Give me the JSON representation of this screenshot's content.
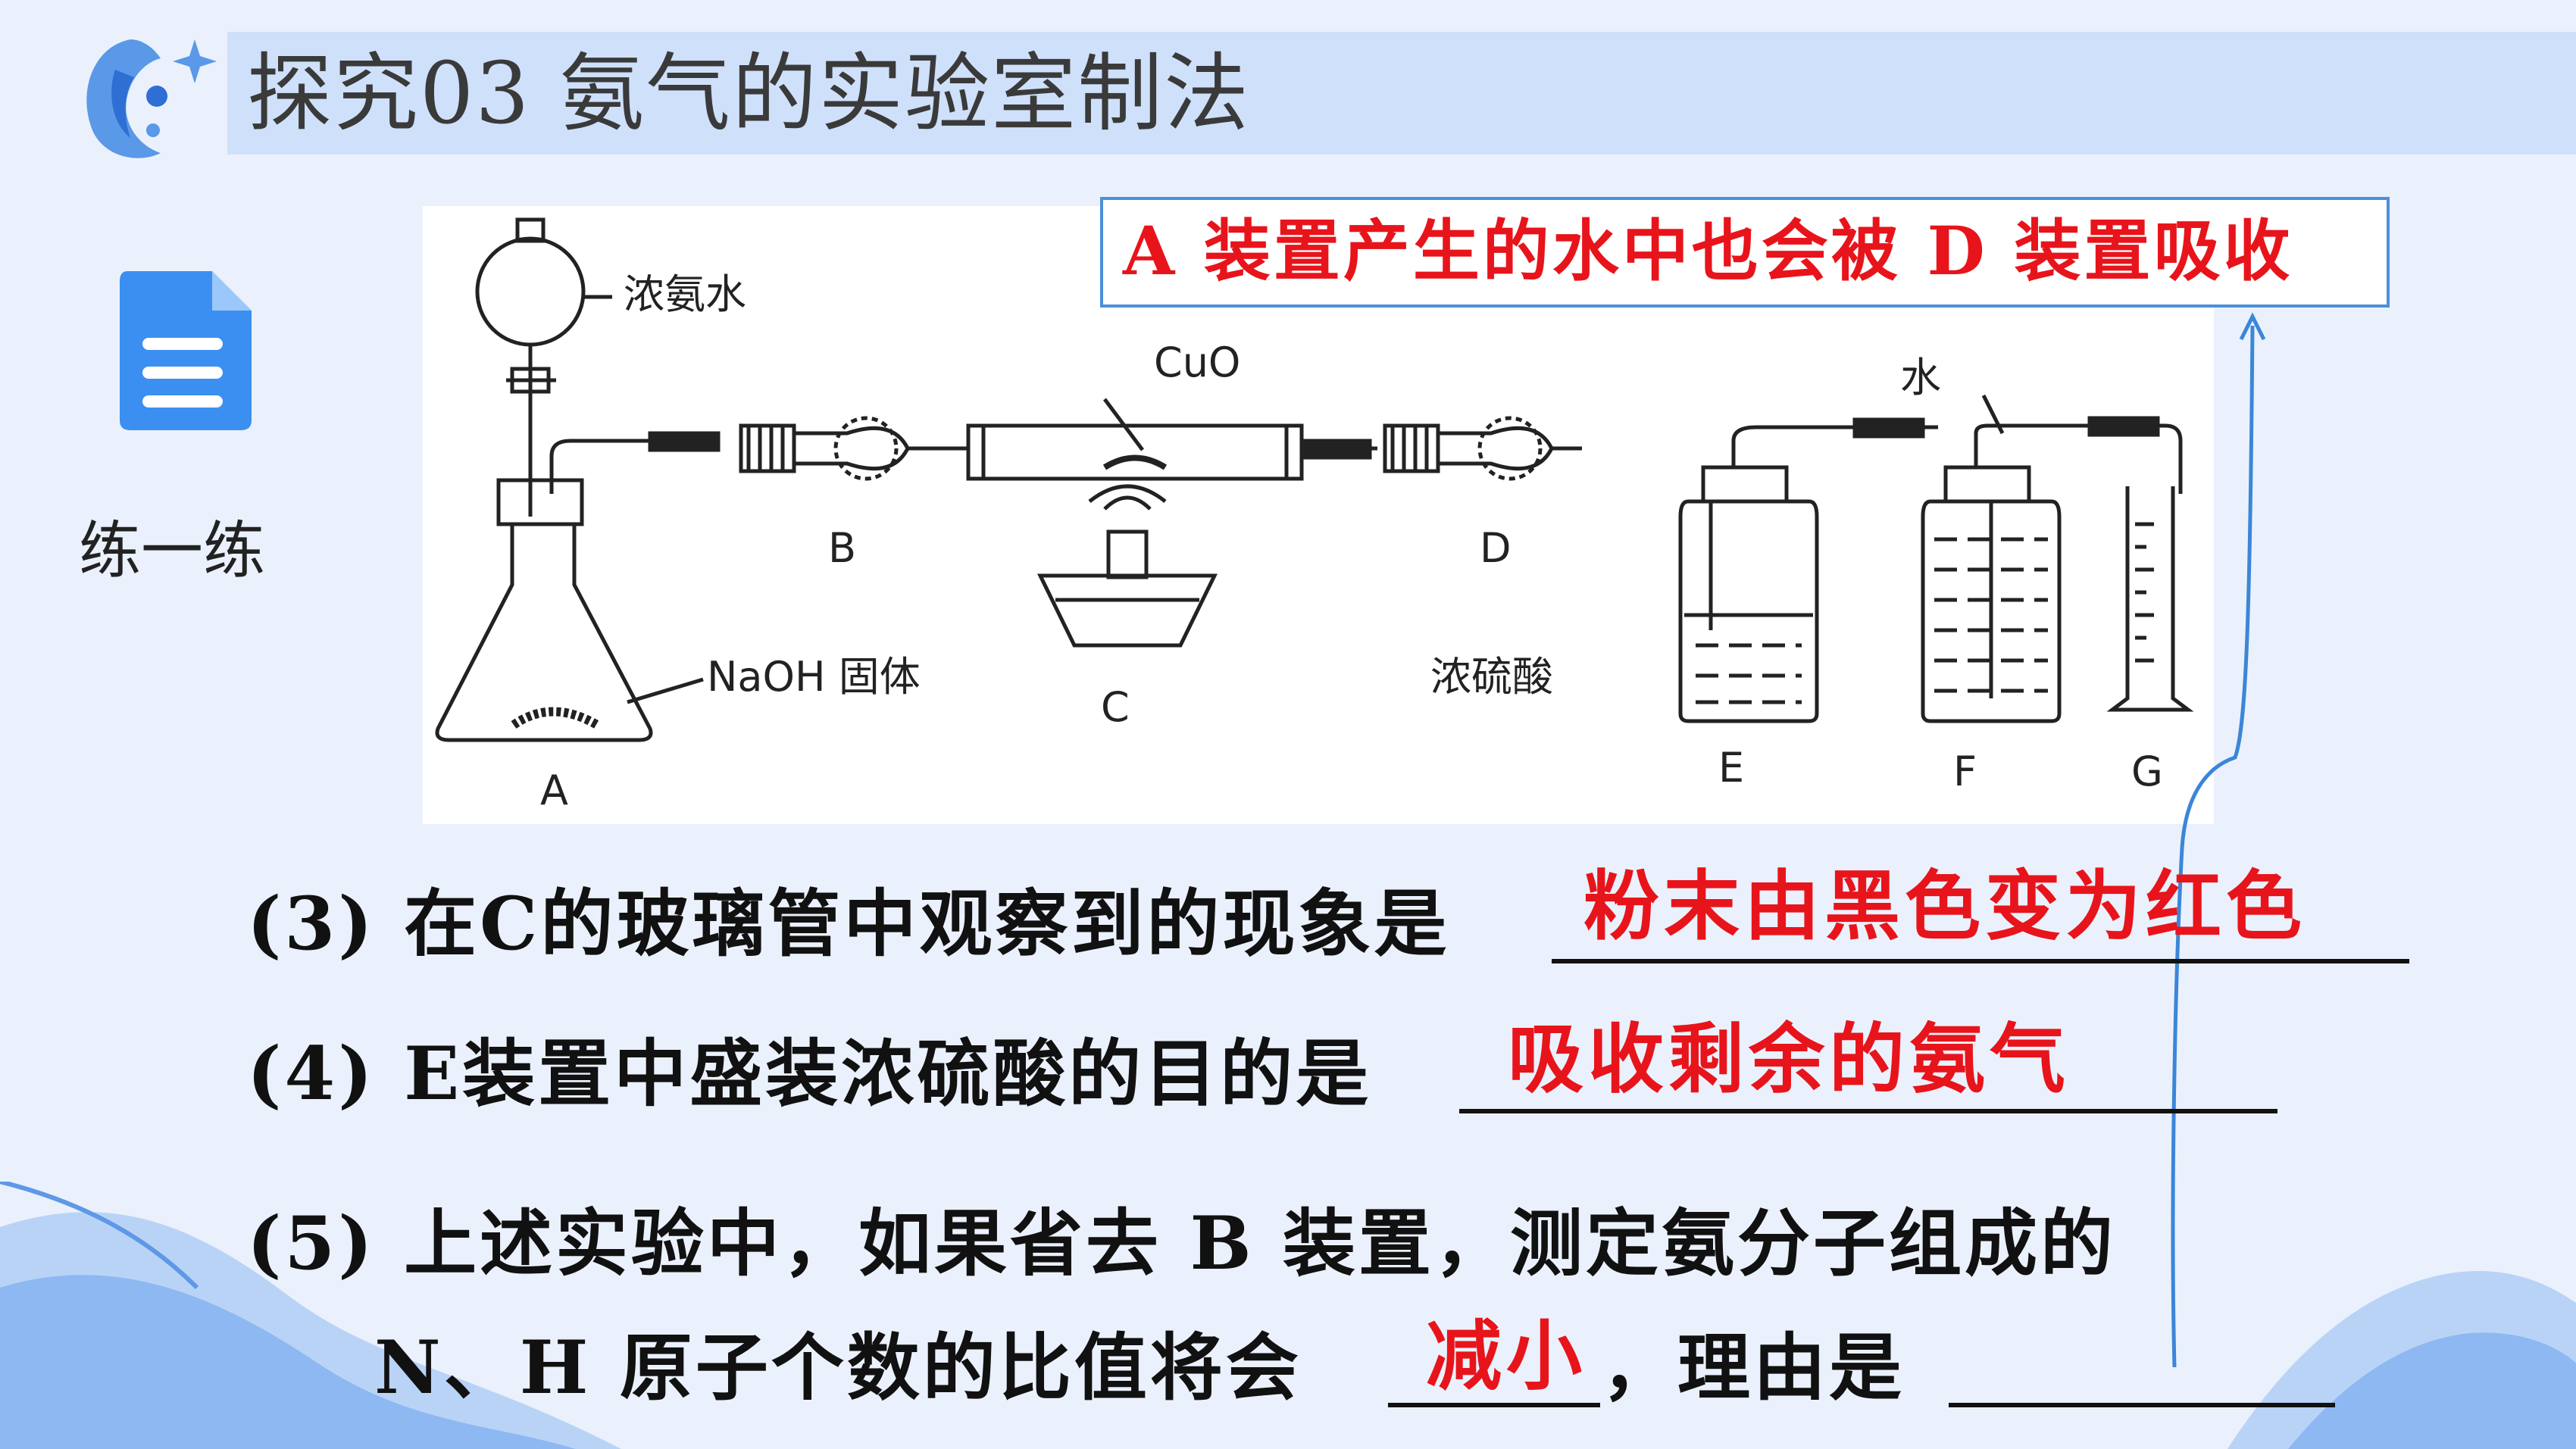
{
  "header": {
    "title": "探究03  氨气的实验室制法"
  },
  "sidebar": {
    "practice_label": "练一练"
  },
  "diagram": {
    "labels": {
      "conc_ammonia": "浓氨水",
      "cuo": "CuO",
      "water": "水",
      "naoh": "NaOH 固体",
      "conc_sulfuric": "浓硫酸",
      "a": "A",
      "b": "B",
      "c": "C",
      "d": "D",
      "e": "E",
      "f": "F",
      "g": "G"
    }
  },
  "note": {
    "text": "A 装置产生的水中也会被 D 装置吸收"
  },
  "questions": {
    "q3": {
      "text": "(3) 在C的玻璃管中观察到的现象是",
      "answer": "粉末由黑色变为红色"
    },
    "q4": {
      "text": "(4) E装置中盛装浓硫酸的目的是",
      "answer": "吸收剩余的氨气"
    },
    "q5": {
      "line1": "(5) 上述实验中，如果省去 B 装置，测定氨分子组成的",
      "line2a": "N、H 原子个数的比值将会",
      "answer": "减小",
      "line2b": "，理由是"
    }
  },
  "colors": {
    "accent": "#4d8fd8",
    "answer": "#e8141b",
    "title_bar": "#cfe0fb"
  }
}
